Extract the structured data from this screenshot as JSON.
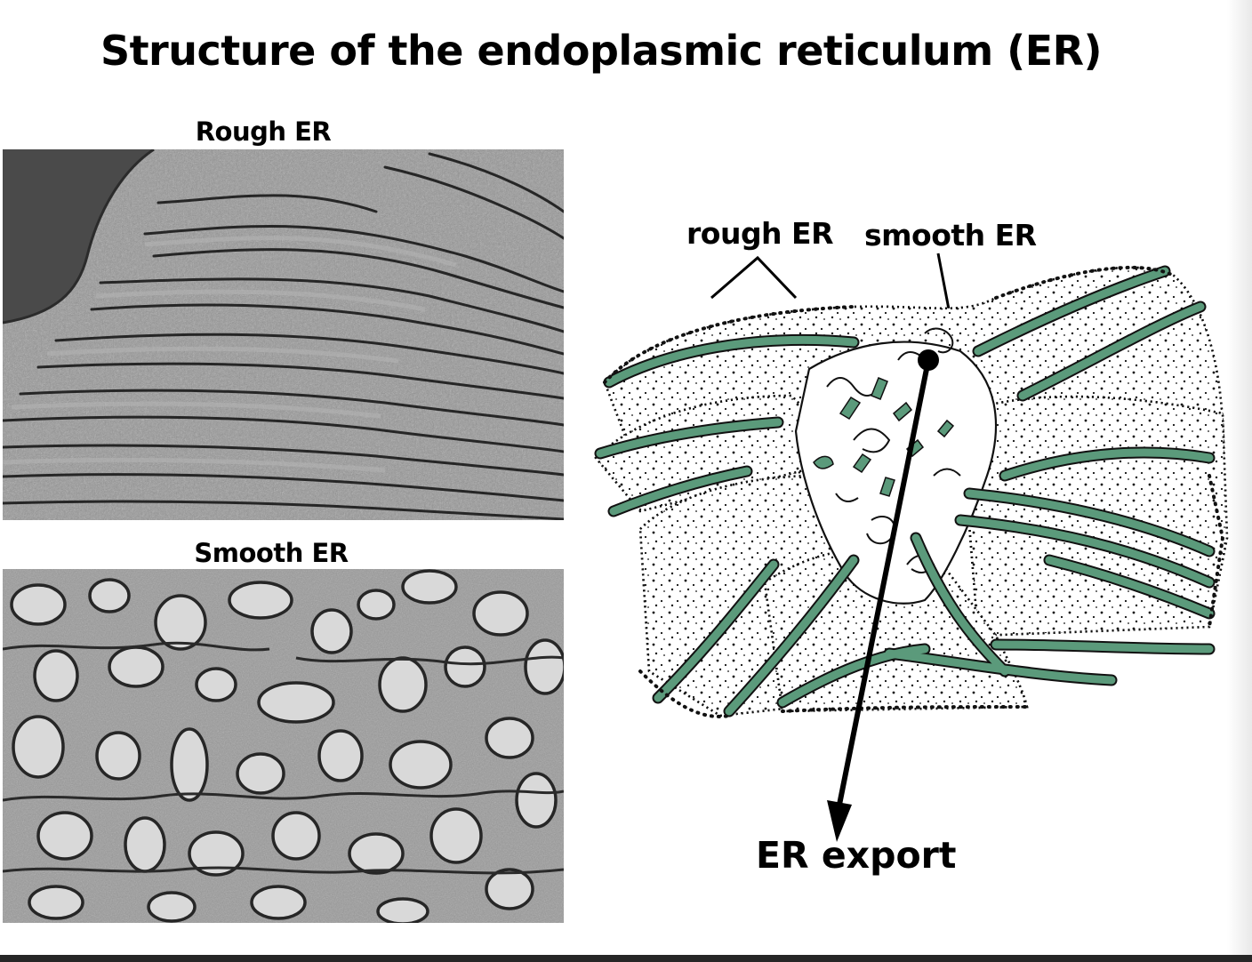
{
  "slide": {
    "title": "Structure of the endoplasmic reticulum (ER)"
  },
  "micrographs": {
    "rough": {
      "label": "Rough ER"
    },
    "smooth": {
      "label": "Smooth ER"
    }
  },
  "diagram": {
    "labels": {
      "rough": "rough ER",
      "smooth": "smooth ER",
      "export": "ER export"
    },
    "colors": {
      "cisternae": "#5b9a7b",
      "outline": "#111111"
    }
  }
}
